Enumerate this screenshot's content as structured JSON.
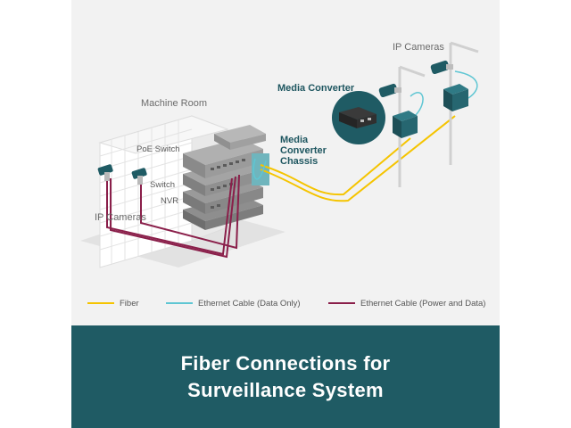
{
  "labels": {
    "machine_room": "Machine Room",
    "poe_switch": "PoE Switch",
    "switch": "Switch",
    "nvr": "NVR",
    "ip_cameras_left": "IP Cameras",
    "ip_cameras_right": "IP Cameras",
    "media_converter": "Media Converter",
    "chassis_line1": "Media",
    "chassis_line2": "Converter",
    "chassis_line3": "Chassis"
  },
  "legend": [
    {
      "label": "Fiber",
      "color": "#f5c400"
    },
    {
      "label": "Ethernet Cable (Data Only)",
      "color": "#5fc6d3"
    },
    {
      "label": "Ethernet Cable (Power and Data)",
      "color": "#8a1f4a"
    }
  ],
  "banner": {
    "line1": "Fiber Connections for",
    "line2": "Surveillance System",
    "color": "#1f5b64"
  },
  "colors": {
    "fiber": "#f5c400",
    "ethernet_data": "#5fc6d3",
    "ethernet_power": "#8a1f4a",
    "device": "#1f5b64"
  }
}
